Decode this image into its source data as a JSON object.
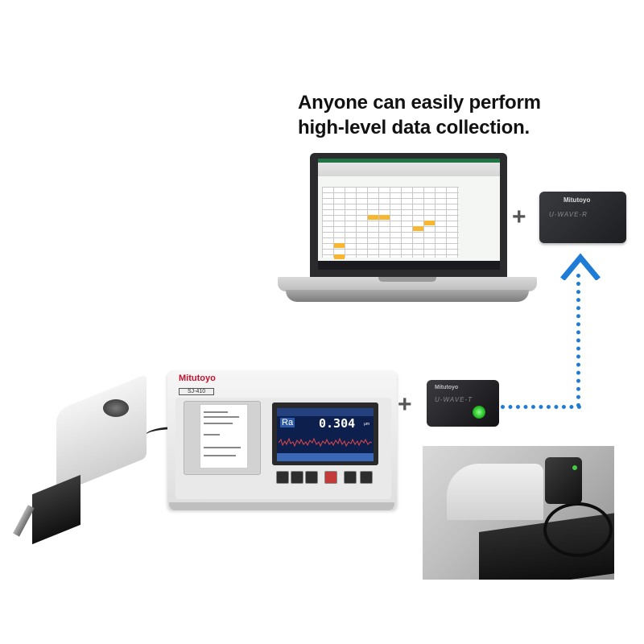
{
  "headline": {
    "line1": "Anyone can easily perform",
    "line2": "high-level data collection."
  },
  "plus_sign": "+",
  "receiver": {
    "brand": "Mitutoyo",
    "logo": "U-WAVE-R"
  },
  "transmitter": {
    "brand": "Mitutoyo",
    "logo": "U-WAVE-T"
  },
  "surftest": {
    "brand": "Mitutoyo",
    "model": "SJ-410",
    "display": {
      "parameter": "Ra",
      "value": "0.304",
      "unit": "μm"
    }
  },
  "colors": {
    "arrow": "#1f7cd6",
    "brand_red": "#c8102e",
    "led_green": "#2cc22a"
  },
  "icons": [
    "laptop-icon",
    "arrow-up-icon",
    "usb-dongle-icon"
  ]
}
